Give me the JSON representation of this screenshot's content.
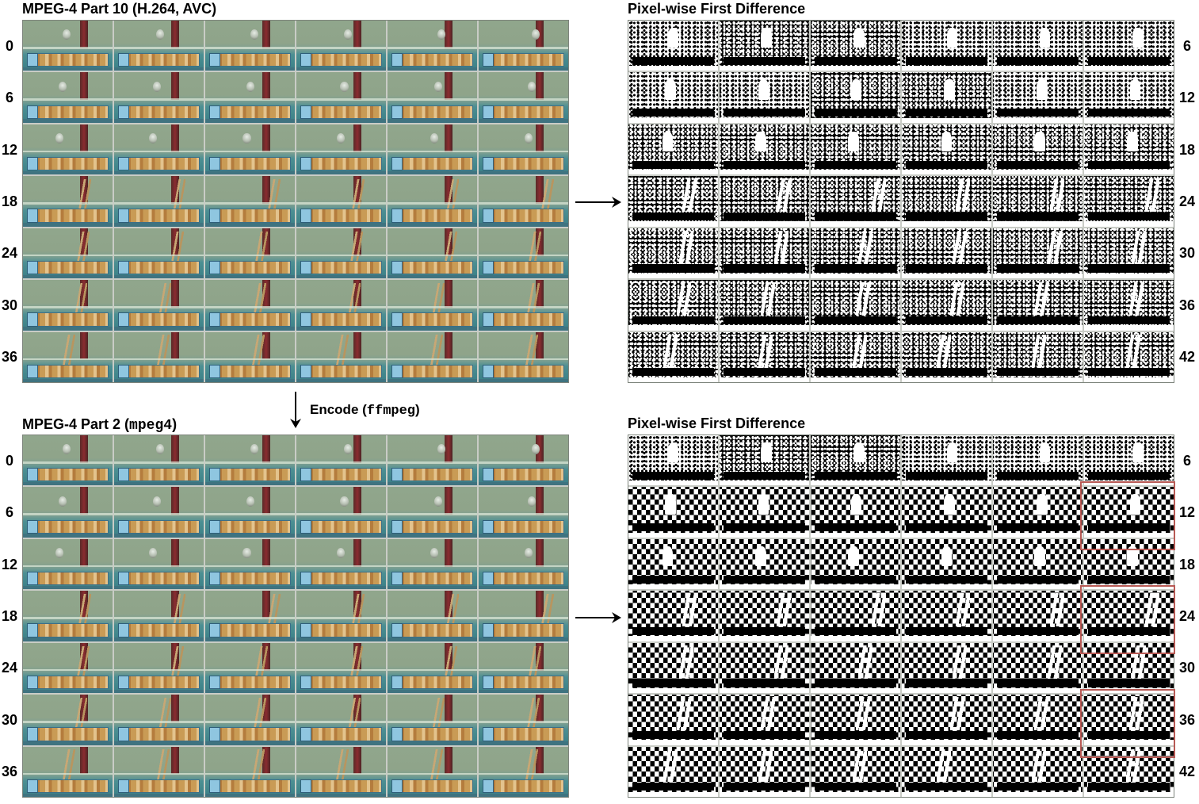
{
  "top_left_title_main": "MPEG-4 Part 10 (H.264, AVC)",
  "bottom_left_title_text": "MPEG-4 Part 2 (",
  "bottom_left_title_code": "mpeg4",
  "bottom_left_title_end": ")",
  "top_right_title": "Pixel-wise First Difference",
  "bottom_right_title": "Pixel-wise First Difference",
  "encode_caption_text": "Encode (",
  "encode_caption_code": "ffmpeg",
  "encode_caption_end": ")",
  "left_row_labels": [
    "0",
    "6",
    "12",
    "18",
    "24",
    "30",
    "36"
  ],
  "right_row_labels": [
    "6",
    "12",
    "18",
    "24",
    "30",
    "36",
    "42"
  ],
  "colors": {
    "highlight_box": "#b85a55",
    "arrow": "#000000"
  },
  "highlighted_cells_bottom_right": [
    {
      "row": 1,
      "col": 5
    },
    {
      "row": 3,
      "col": 5
    },
    {
      "row": 5,
      "col": 5
    }
  ]
}
